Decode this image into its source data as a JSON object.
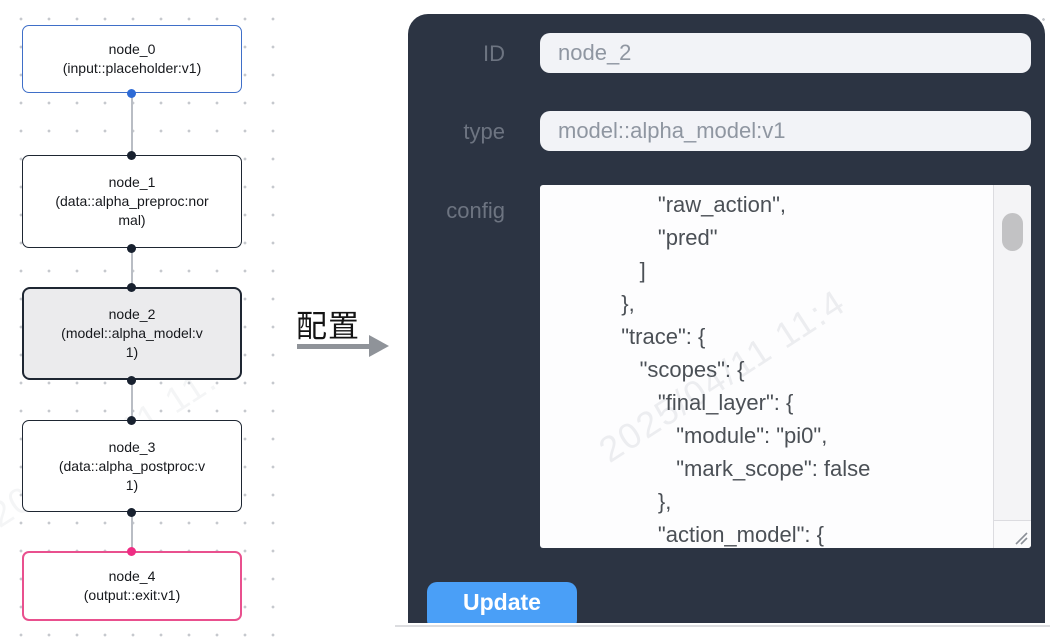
{
  "flow": {
    "nodes": [
      {
        "title": "node_0",
        "subtitle": "(input::placeholder:v1)",
        "kind": "input"
      },
      {
        "title": "node_1",
        "subtitle": "(data::alpha_preproc:normal)",
        "kind": "data"
      },
      {
        "title": "node_2",
        "subtitle": "(model::alpha_model:v1)",
        "kind": "model",
        "state": "selected"
      },
      {
        "title": "node_3",
        "subtitle": "(data::alpha_postproc:v1)",
        "kind": "data"
      },
      {
        "title": "node_4",
        "subtitle": "(output::exit:v1)",
        "kind": "output"
      }
    ],
    "colors": {
      "input_node_border": "#3f6fc8",
      "default_node_border": "#1e2632",
      "output_node_border": "#e9508e",
      "selected_node_bg": "#ebebed",
      "edge": "#b9bdc4",
      "handle_dark": "#18212f",
      "handle_blue": "#2e6bd6",
      "handle_pink": "#ef2d84"
    }
  },
  "transition": {
    "label": "配置"
  },
  "panel": {
    "id_label": "ID",
    "id_value": "node_2",
    "type_label": "type",
    "type_value": "model::alpha_model:v1",
    "config_label": "config",
    "config_value": "                 \"raw_action\",\n                 \"pred\"\n              ]\n           },\n           \"trace\": {\n              \"scopes\": {\n                 \"final_layer\": {\n                    \"module\": \"pi0\",\n                    \"mark_scope\": false\n                 },\n                 \"action_model\": {",
    "update_label": "Update",
    "colors": {
      "panel_bg": "#2c3443",
      "field_bg": "#f2f3f7",
      "accent_button": "#4a9ff7",
      "label_text": "#6d7481",
      "value_text": "#8f96a1",
      "config_text": "#4b5056"
    }
  },
  "watermark": "2025/04/11 11:4"
}
